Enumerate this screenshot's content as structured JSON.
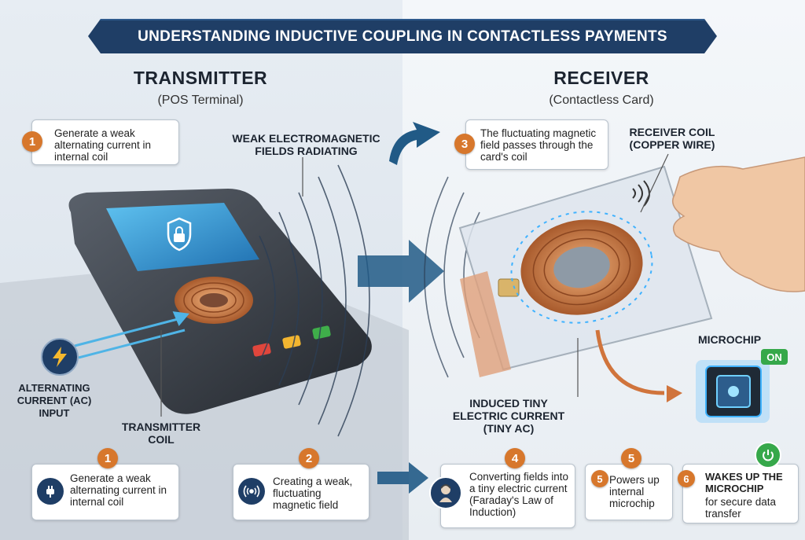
{
  "title": "UNDERSTANDING INDUCTIVE COUPLING IN CONTACTLESS PAYMENTS",
  "transmitter": {
    "heading": "TRANSMITTER",
    "subheading": "(POS Terminal)"
  },
  "receiver": {
    "heading": "RECEIVER",
    "subheading": "(Contactless Card)"
  },
  "steps_top": [
    {
      "number": "1",
      "text": "Generate a weak alternating current in internal coil"
    },
    {
      "number": "3",
      "text": "The fluctuating magnetic field passes through the card's coil"
    }
  ],
  "steps_bottom": [
    {
      "number": "1",
      "text": "Generate a weak alternating current in internal coil",
      "icon": "power-plug-icon"
    },
    {
      "number": "2",
      "text": "Creating a weak, fluctuating magnetic field",
      "icon": "wireless-signal-icon"
    },
    {
      "number": "4",
      "text": "Converting fields into a tiny electric current (Faraday's Law of Induction)",
      "icon": "faraday-portrait-icon"
    },
    {
      "number": "5",
      "text": "Powers up internal microchip"
    },
    {
      "number": "6",
      "title": "WAKES UP THE MICROCHIP",
      "text": "for secure data transfer",
      "icon": "power-button-icon"
    }
  ],
  "labels": {
    "fields": "WEAK ELECTROMAGNETIC FIELDS RADIATING",
    "receiver_coil": "RECEIVER COIL (COPPER WIRE)",
    "ac_input": "ALTERNATING CURRENT (AC) INPUT",
    "transmitter_coil": "TRANSMITTER COIL",
    "induced_current": "INDUCED TINY ELECTRIC CURRENT (TINY AC)",
    "microchip": "MICROCHIP",
    "chip_status": "ON"
  },
  "colors": {
    "banner": "#1f3e66",
    "badge": "#d7772c",
    "copper": "#c8743f",
    "terminal_body": "#3a3f47",
    "screen": "#3aa0d8",
    "field_lines": "#2c3e55",
    "arrow": "#215a86",
    "chip_glow": "#3fb2ff",
    "status_on": "#36a84a"
  }
}
